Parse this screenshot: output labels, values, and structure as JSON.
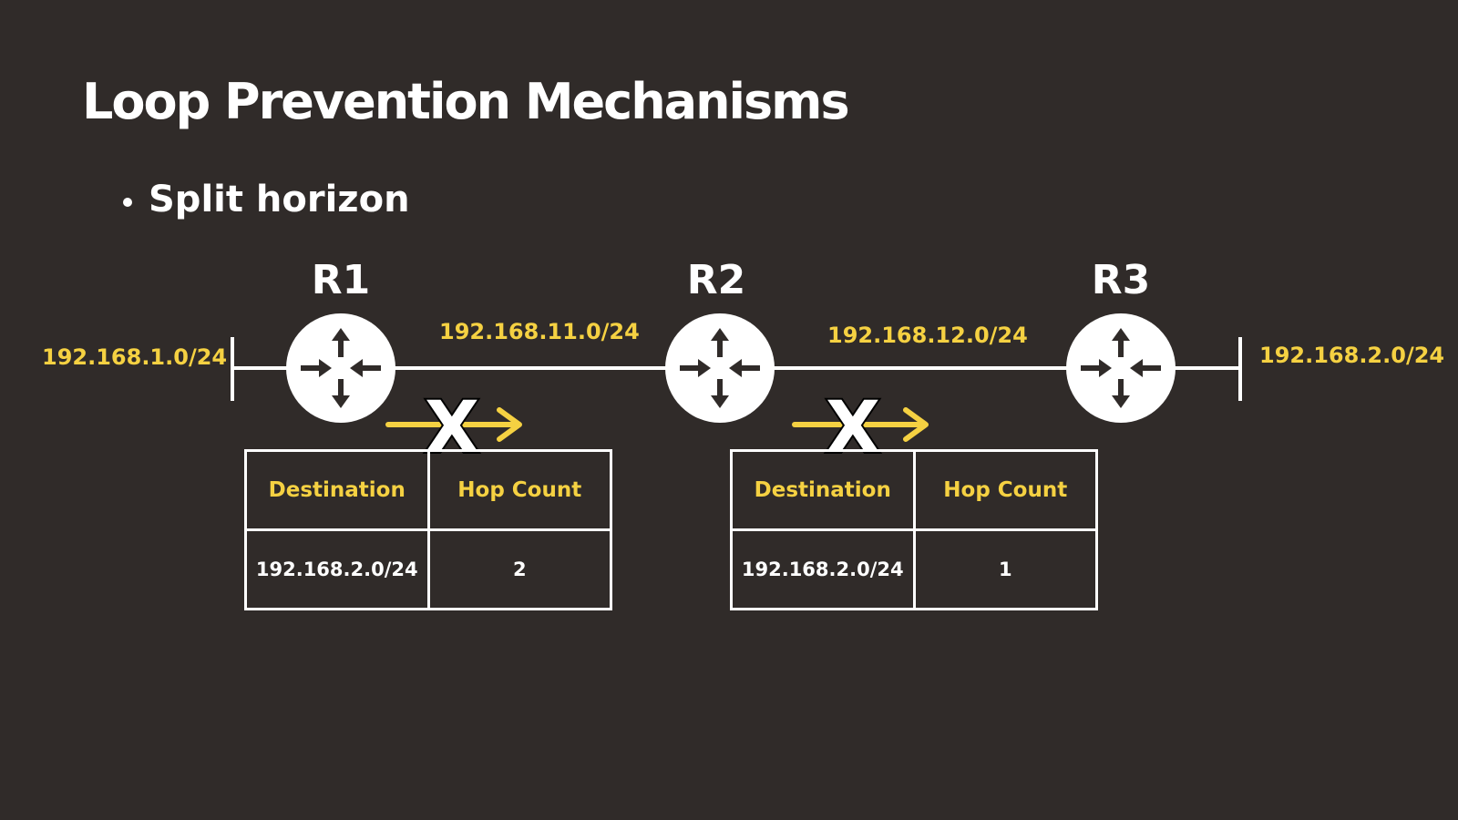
{
  "title": "Loop Prevention Mechanisms",
  "bullet": "Split horizon",
  "routers": {
    "r1": "R1",
    "r2": "R2",
    "r3": "R3"
  },
  "networks": {
    "left": "192.168.1.0/24",
    "r1_r2": "192.168.11.0/24",
    "r2_r3": "192.168.12.0/24",
    "right": "192.168.2.0/24"
  },
  "colors": {
    "background": "#302b29",
    "accent": "#f5d142",
    "foreground": "#ffffff"
  },
  "blocked_mark": "X",
  "tables": [
    {
      "headers": [
        "Destination",
        "Hop Count"
      ],
      "rows": [
        [
          "192.168.2.0/24",
          "2"
        ]
      ]
    },
    {
      "headers": [
        "Destination",
        "Hop Count"
      ],
      "rows": [
        [
          "192.168.2.0/24",
          "1"
        ]
      ]
    }
  ]
}
